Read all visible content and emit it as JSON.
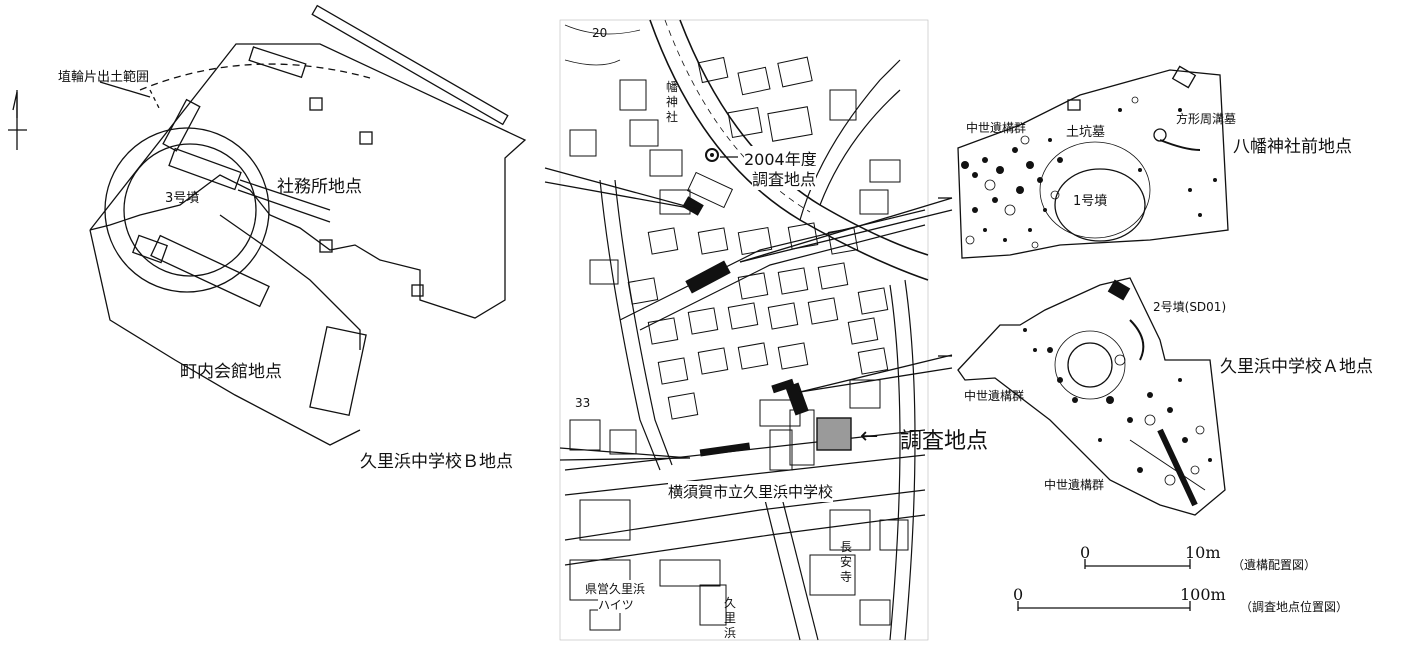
{
  "left_panel": {
    "kofun_range_label": "埴輪片出土範囲",
    "mound3_label": "3号墳",
    "shamusho_label": "社務所地点",
    "chonai_label": "町内会館地点"
  },
  "center_map": {
    "contour_top": "20",
    "shrine_vertical": "幡神社",
    "site2004_line1": "2004年度",
    "site2004_line2": "調査地点",
    "survey_point": "調査地点",
    "kurihama_b": "久里浜中学校Ｂ地点",
    "school_name": "横須賀市立久里浜中学校",
    "contour_33": "33",
    "temple_label": "長安寺",
    "housing_line1": "県営久里浜",
    "housing_line2": "ハイツ",
    "kurihama_vertical": "久里浜",
    "arrow_symbol": "←"
  },
  "right_panel": {
    "chusei_1": "中世遺構群",
    "dokoubo": "土坑墓",
    "houkei": "方形周溝墓",
    "hachiman": "八幡神社前地点",
    "mound1": "1号墳",
    "mound2": "2号墳(SD01)",
    "kurihama_a": "久里浜中学校Ａ地点",
    "chusei_2": "中世遺構群",
    "chusei_3": "中世遺構群"
  },
  "scale_bars": {
    "bar1_zero": "0",
    "bar1_max": "10m",
    "bar1_caption": "（遺構配置図）",
    "bar2_zero": "0",
    "bar2_max": "100m",
    "bar2_caption": "（調査地点位置図）"
  },
  "colors": {
    "ink": "#111111",
    "survey_fill": "#9a9a9a"
  }
}
